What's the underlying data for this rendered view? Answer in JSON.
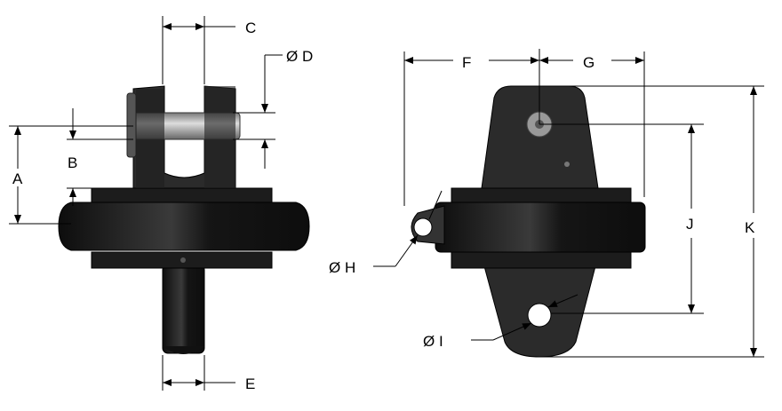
{
  "labels": {
    "a": "A",
    "b": "B",
    "c": "C",
    "d": "Ø D",
    "e": "E",
    "f": "F",
    "g": "G",
    "h": "Ø H",
    "i": "Ø  I",
    "j": "J",
    "k": "K"
  },
  "colors": {
    "part": "#1c1c1c",
    "pin": "#b8b8b8",
    "lines": "#000000"
  }
}
